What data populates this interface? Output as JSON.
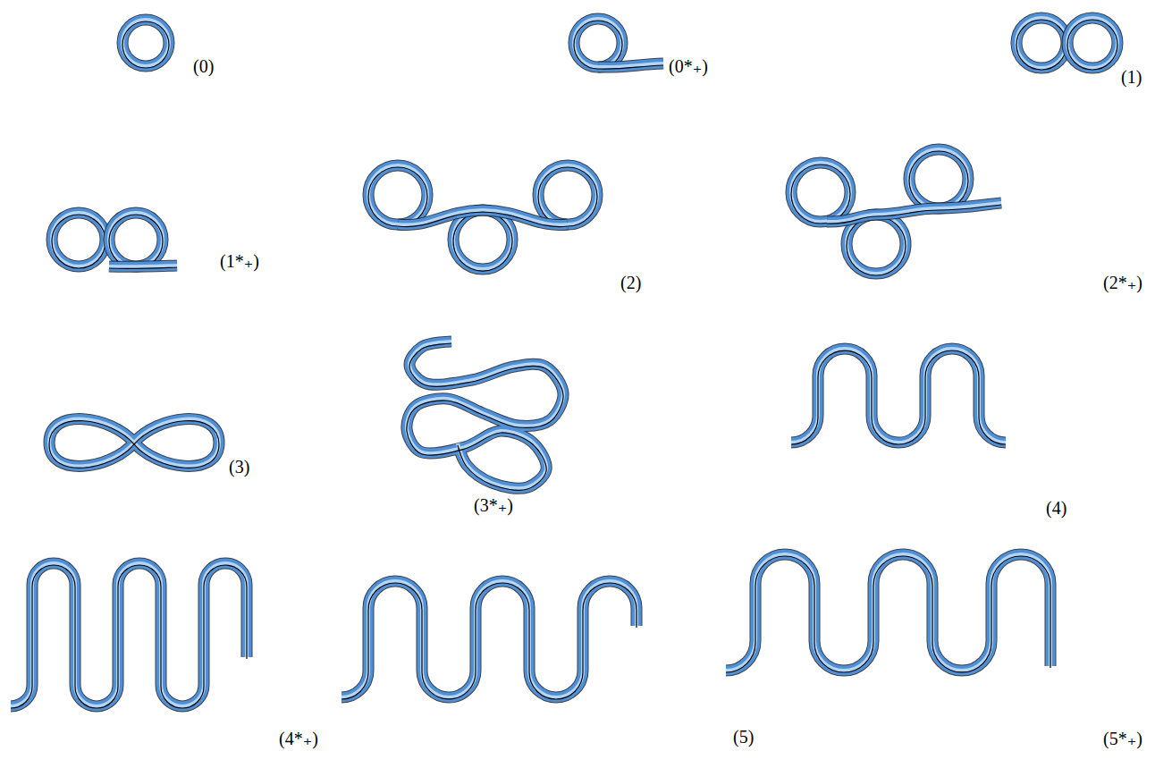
{
  "diagram": {
    "labels": [
      "(0)",
      "(0*₊)",
      "(1)",
      "(1*₊)",
      "(2)",
      "(2*₊)",
      "(3)",
      "(3*₊)",
      "(4)",
      "(4*₊)",
      "(5)",
      "(5*₊)"
    ]
  }
}
